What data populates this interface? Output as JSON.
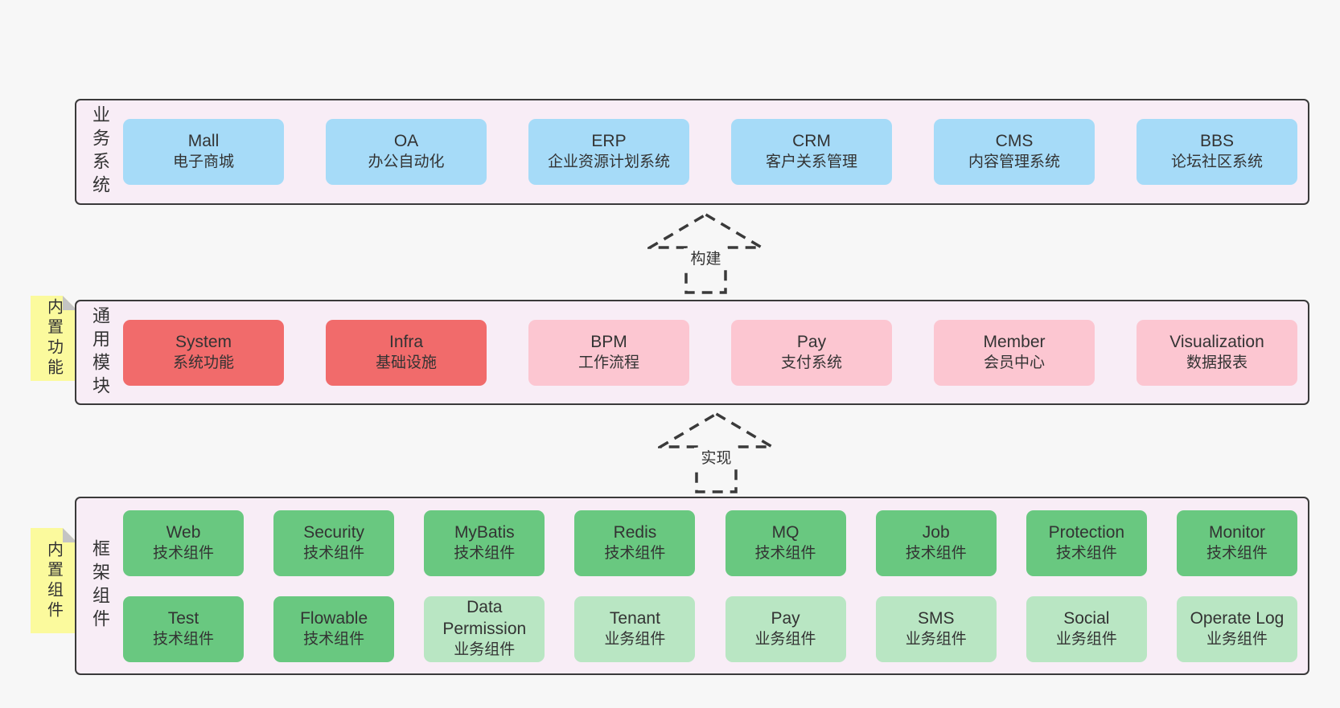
{
  "page": {
    "background": "#f7f7f7"
  },
  "colors": {
    "panel_background": "#f8edf6",
    "panel_border": "#3a3a3a",
    "node_blue": "#a6dbf8",
    "node_red": "#f16b6b",
    "node_pink": "#fcc6d1",
    "node_green": "#69c880",
    "node_light_green": "#b9e6c3",
    "tag_yellow": "#fbfa9d",
    "tag_fold_gray": "#c4c4c4",
    "text": "#333333"
  },
  "arrows": [
    {
      "label": "构建"
    },
    {
      "label": "实现"
    }
  ],
  "layers": [
    {
      "label": "业务系统",
      "boxes": [
        {
          "title": "Mall",
          "subtitle": "电子商城"
        },
        {
          "title": "OA",
          "subtitle": "办公自动化"
        },
        {
          "title": "ERP",
          "subtitle": "企业资源计划系统"
        },
        {
          "title": "CRM",
          "subtitle": "客户关系管理"
        },
        {
          "title": "CMS",
          "subtitle": "内容管理系统"
        },
        {
          "title": "BBS",
          "subtitle": "论坛社区系统"
        }
      ]
    },
    {
      "label": "通用模块",
      "tag": "内置功能",
      "boxes": [
        {
          "title": "System",
          "subtitle": "系统功能"
        },
        {
          "title": "Infra",
          "subtitle": "基础设施"
        },
        {
          "title": "BPM",
          "subtitle": "工作流程"
        },
        {
          "title": "Pay",
          "subtitle": "支付系统"
        },
        {
          "title": "Member",
          "subtitle": "会员中心"
        },
        {
          "title": "Visualization",
          "subtitle": "数据报表"
        }
      ]
    },
    {
      "label": "框架组件",
      "tag": "内置组件",
      "rows": [
        [
          {
            "title": "Web",
            "subtitle": "技术组件"
          },
          {
            "title": "Security",
            "subtitle": "技术组件"
          },
          {
            "title": "MyBatis",
            "subtitle": "技术组件"
          },
          {
            "title": "Redis",
            "subtitle": "技术组件"
          },
          {
            "title": "MQ",
            "subtitle": "技术组件"
          },
          {
            "title": "Job",
            "subtitle": "技术组件"
          },
          {
            "title": "Protection",
            "subtitle": "技术组件"
          },
          {
            "title": "Monitor",
            "subtitle": "技术组件"
          }
        ],
        [
          {
            "title": "Test",
            "subtitle": "技术组件"
          },
          {
            "title": "Flowable",
            "subtitle": "技术组件"
          },
          {
            "title": "Data Permission",
            "subtitle": "业务组件"
          },
          {
            "title": "Tenant",
            "subtitle": "业务组件"
          },
          {
            "title": "Pay",
            "subtitle": "业务组件"
          },
          {
            "title": "SMS",
            "subtitle": "业务组件"
          },
          {
            "title": "Social",
            "subtitle": "业务组件"
          },
          {
            "title": "Operate Log",
            "subtitle": "业务组件"
          }
        ]
      ]
    }
  ]
}
